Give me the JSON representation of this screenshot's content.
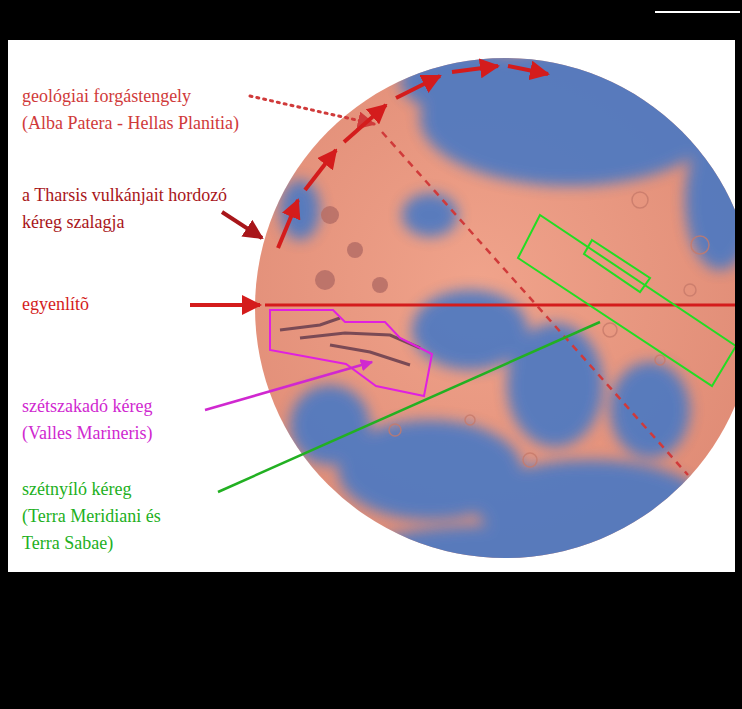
{
  "diagram": {
    "labels": [
      "geológiai forgástengely",
      "(Alba Patera - Hellas Planitia)",
      "a Tharsis vulkánjait hordozó kéreg szalagja",
      "egyenlítõ",
      "szétszakadó kéreg",
      "(Valles Marineris)",
      "szétnyíló kéreg",
      "(Terra Meridiani és Terra Sabae)"
    ]
  }
}
